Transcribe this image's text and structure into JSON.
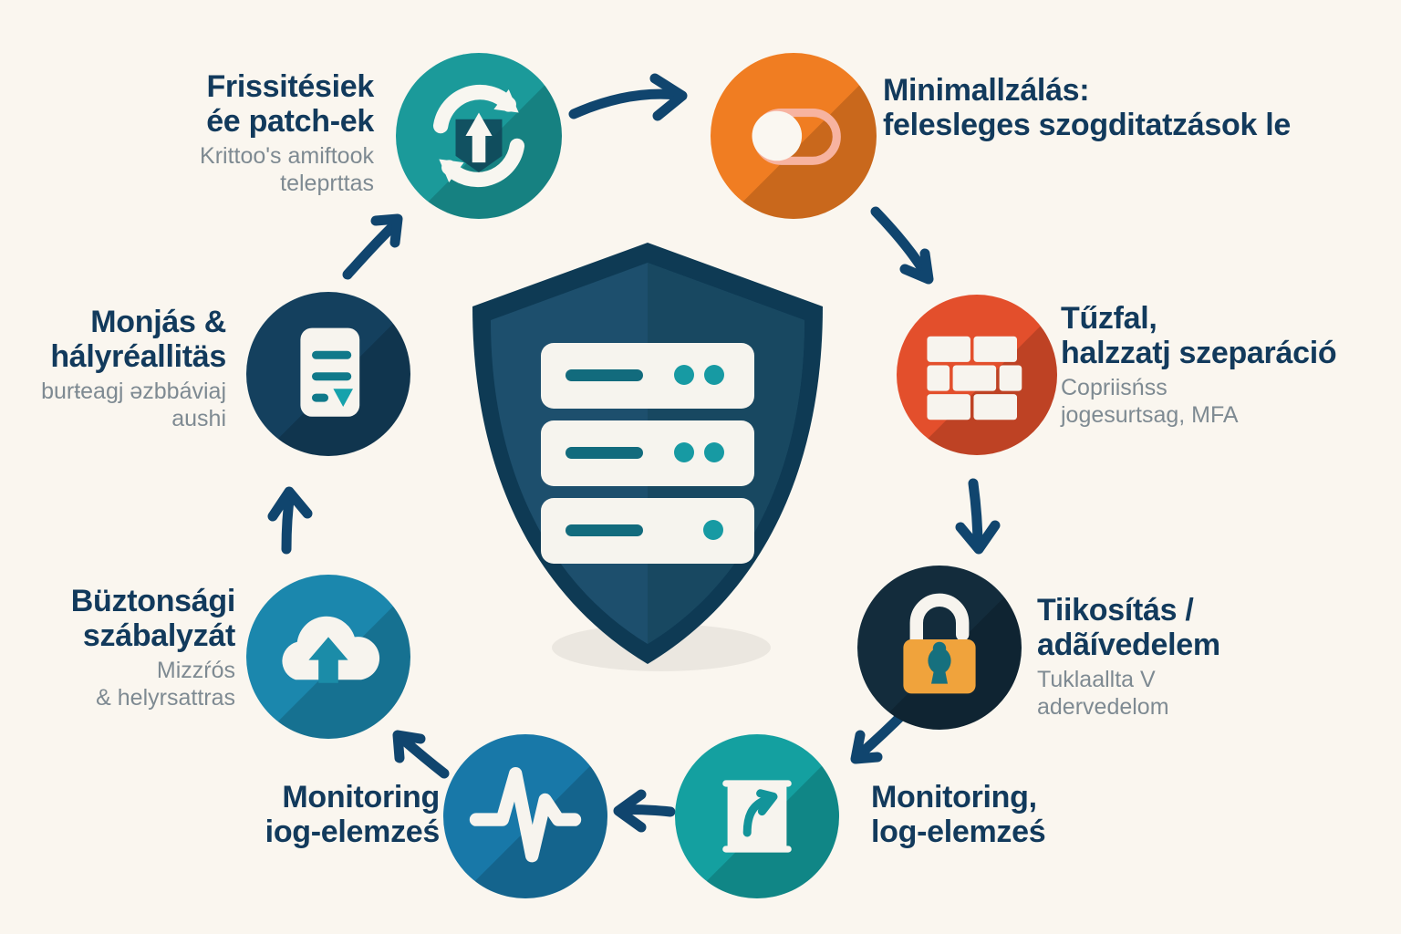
{
  "background_color": "#faf6ef",
  "palette": {
    "navy_text": "#123a5c",
    "sub_text": "#7e8a92",
    "arrow": "#10456e",
    "teal": "#1b9a9a",
    "orange": "#f07d22",
    "red": "#e34f2c",
    "dark_navy": "#14405e",
    "blue": "#1878a8",
    "teal2": "#14a0a0",
    "lock_navy": "#132c3c",
    "lock_body": "#f0a33c",
    "shield_dark": "#0f3a55",
    "shield_mid": "#1c5070",
    "rack_white": "#f6f4ee",
    "rack_accent": "#10798a"
  },
  "center": {
    "icon": "shield-server-icon",
    "name": "Szerver biztonsag pajzs",
    "rack_bays": 3
  },
  "nodes": [
    {
      "id": "frissitesek",
      "icon": "refresh-sync-icon",
      "circle_color": "#1b9a9a",
      "title": "Frissitésiek\née patch-ek",
      "title_lines": [
        "Frissitésiek",
        "ée patch-ek"
      ],
      "sub_lines": [
        "Krittoo's amiftook",
        "teleprttas"
      ],
      "align": "right"
    },
    {
      "id": "minimalizalas",
      "icon": "toggle-switch-icon",
      "circle_color": "#f07d22",
      "title": "Minimallzálás:\nfelesleges szogditatzások le",
      "title_lines": [
        "Minimallzálás:",
        "felesleges szogditatzások le"
      ],
      "sub_lines": [],
      "align": "left"
    },
    {
      "id": "tuzfal",
      "icon": "firewall-brick-icon",
      "circle_color": "#e34f2c",
      "title": "Tűzfal,\nhalzzatj szeparáció",
      "title_lines": [
        "Tűzfal,",
        "halzzatj szeparáció"
      ],
      "sub_lines": [
        "Copriisńss",
        "jogesurtsag, MFA"
      ],
      "align": "left"
    },
    {
      "id": "titkositas",
      "icon": "padlock-icon",
      "circle_color": "#132c3c",
      "title": "Tiikosítás /\nadãívedelem",
      "title_lines": [
        "Tiikosítás /",
        "adãívedelem"
      ],
      "sub_lines": [
        "Tuklaallta V",
        "adervedelom"
      ],
      "align": "left"
    },
    {
      "id": "monitoring-jobb",
      "icon": "report-document-icon",
      "circle_color": "#14a0a0",
      "title": "Monitoring,\nlog-elemześ",
      "title_lines": [
        "Monitoring,",
        "log-elemześ"
      ],
      "sub_lines": [],
      "align": "left"
    },
    {
      "id": "monitoring-bal",
      "icon": "pulse-activity-icon",
      "circle_color": "#1878a8",
      "title": "Monitoring\nlog-elemześ",
      "title_lines": [
        "Monitoring",
        "iog-elemześ"
      ],
      "sub_lines": [],
      "align": "right"
    },
    {
      "id": "biztonsagi-szabalyzat",
      "icon": "cloud-upload-icon",
      "circle_color": "#1b87ad",
      "title": "Büztonsági\nszábalyzát",
      "title_lines": [
        "Büztonsági",
        "szábalyzát"
      ],
      "sub_lines": [
        "Mizzŕós",
        "& helyrsattras"
      ],
      "align": "right"
    },
    {
      "id": "mentes-helyreallitas",
      "icon": "policy-document-icon",
      "circle_color": "#14405e",
      "title": "Monjás &\nhályréallitäs",
      "title_lines": [
        "Monjás &",
        "hályréallitäs"
      ],
      "sub_lines": [
        "burŧeagj ǝzbbáviaj",
        "aushi"
      ],
      "align": "right"
    }
  ],
  "arrows": [
    {
      "id": "arrow-frissitesek-to-minimalizalas",
      "direction": "right"
    },
    {
      "id": "arrow-minimalizalas-to-tuzfal",
      "direction": "down-right"
    },
    {
      "id": "arrow-tuzfal-to-titkositas",
      "direction": "down"
    },
    {
      "id": "arrow-titkositas-to-monitoring-jobb",
      "direction": "down-left"
    },
    {
      "id": "arrow-monitoring-jobb-to-monitoring-bal",
      "direction": "left"
    },
    {
      "id": "arrow-monitoring-bal-to-szabalyzat",
      "direction": "up-left"
    },
    {
      "id": "arrow-szabalyzat-to-mentes",
      "direction": "up"
    },
    {
      "id": "arrow-mentes-to-frissitesek",
      "direction": "up-right"
    }
  ]
}
